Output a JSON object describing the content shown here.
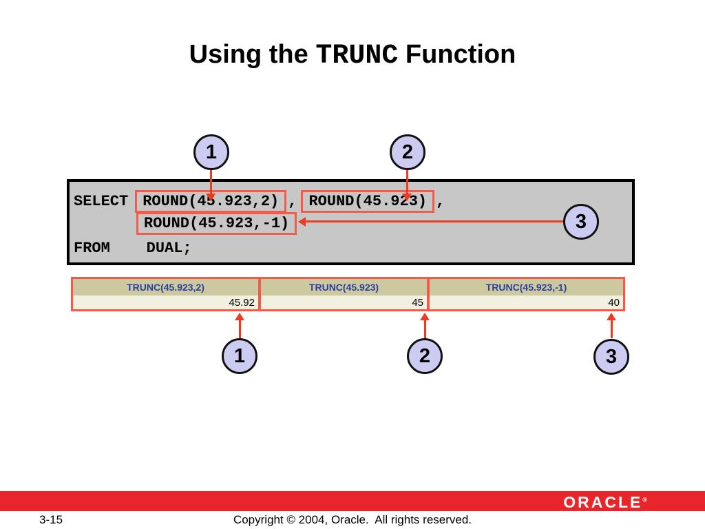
{
  "colors": {
    "accent_red": "#ee3a21",
    "highlight_box_red": "#f4594a",
    "callout_fill": "#ccccf2",
    "code_box_bg": "#c7c7c7",
    "table_header_bg": "#ccc9a0",
    "table_header_text": "#2b3f9c",
    "table_row_bg": "#f2f0e0",
    "footer_bar_red": "#e8252b"
  },
  "title": {
    "prefix": "Using the ",
    "code_word": "TRUNC",
    "suffix": " Function"
  },
  "callouts": {
    "top": [
      "1",
      "2"
    ],
    "code_side": "3",
    "bottom": [
      "1",
      "2",
      "3"
    ]
  },
  "code_box": {
    "keyword_select": "SELECT",
    "expr1": "ROUND(45.923,2)",
    "comma1": ",",
    "expr2": "ROUND(45.923)",
    "comma2": ",",
    "expr3": "ROUND(45.923,-1)",
    "from_line": "FROM    DUAL;"
  },
  "result_table": {
    "columns": [
      {
        "header": "TRUNC(45.923,2)",
        "value": "45.92"
      },
      {
        "header": "TRUNC(45.923)",
        "value": "45"
      },
      {
        "header": "TRUNC(45.923,-1)",
        "value": "40"
      }
    ]
  },
  "footer": {
    "page_number": "3-15",
    "copyright": "Copyright © 2004, Oracle.  All rights reserved.",
    "logo_text": "ORACLE",
    "logo_mark": "®"
  }
}
